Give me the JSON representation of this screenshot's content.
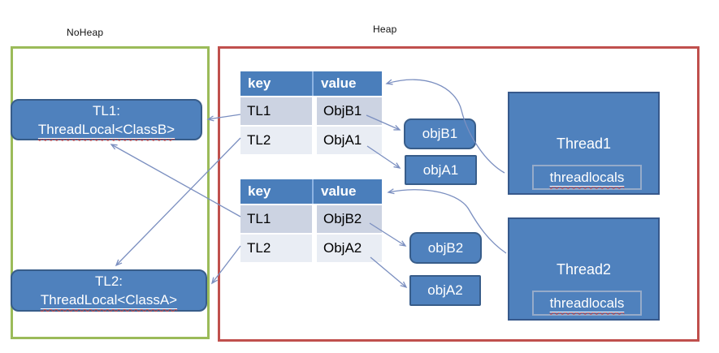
{
  "colors": {
    "box_fill": "#4f81bd",
    "box_border": "#385d8a",
    "noheap_border": "#9bbb59",
    "heap_border": "#c0504d",
    "arrow": "#7b8fc0",
    "table_header_bg": "#4a7ebb",
    "table_row_odd_bg": "#ccd3e2",
    "table_row_even_bg": "#e9edf4"
  },
  "regions": {
    "noheap": {
      "label": "NoHeap"
    },
    "heap": {
      "label": "Heap"
    }
  },
  "threadlocals": [
    {
      "title": "TL1:",
      "subtitle": "ThreadLocal<ClassB>"
    },
    {
      "title": "TL2:",
      "subtitle": "ThreadLocal<ClassA>"
    }
  ],
  "maps": [
    {
      "headers": {
        "key": "key",
        "value": "value"
      },
      "rows": [
        {
          "key": "TL1",
          "value": "ObjB1"
        },
        {
          "key": "TL2",
          "value": "ObjA1"
        }
      ]
    },
    {
      "headers": {
        "key": "key",
        "value": "value"
      },
      "rows": [
        {
          "key": "TL1",
          "value": "ObjB2"
        },
        {
          "key": "TL2",
          "value": "ObjA2"
        }
      ]
    }
  ],
  "objects": [
    {
      "label": "objB1"
    },
    {
      "label": "objA1"
    },
    {
      "label": "objB2"
    },
    {
      "label": "objA2"
    }
  ],
  "threads": [
    {
      "name": "Thread1",
      "field": "threadlocals"
    },
    {
      "name": "Thread2",
      "field": "threadlocals"
    }
  ]
}
